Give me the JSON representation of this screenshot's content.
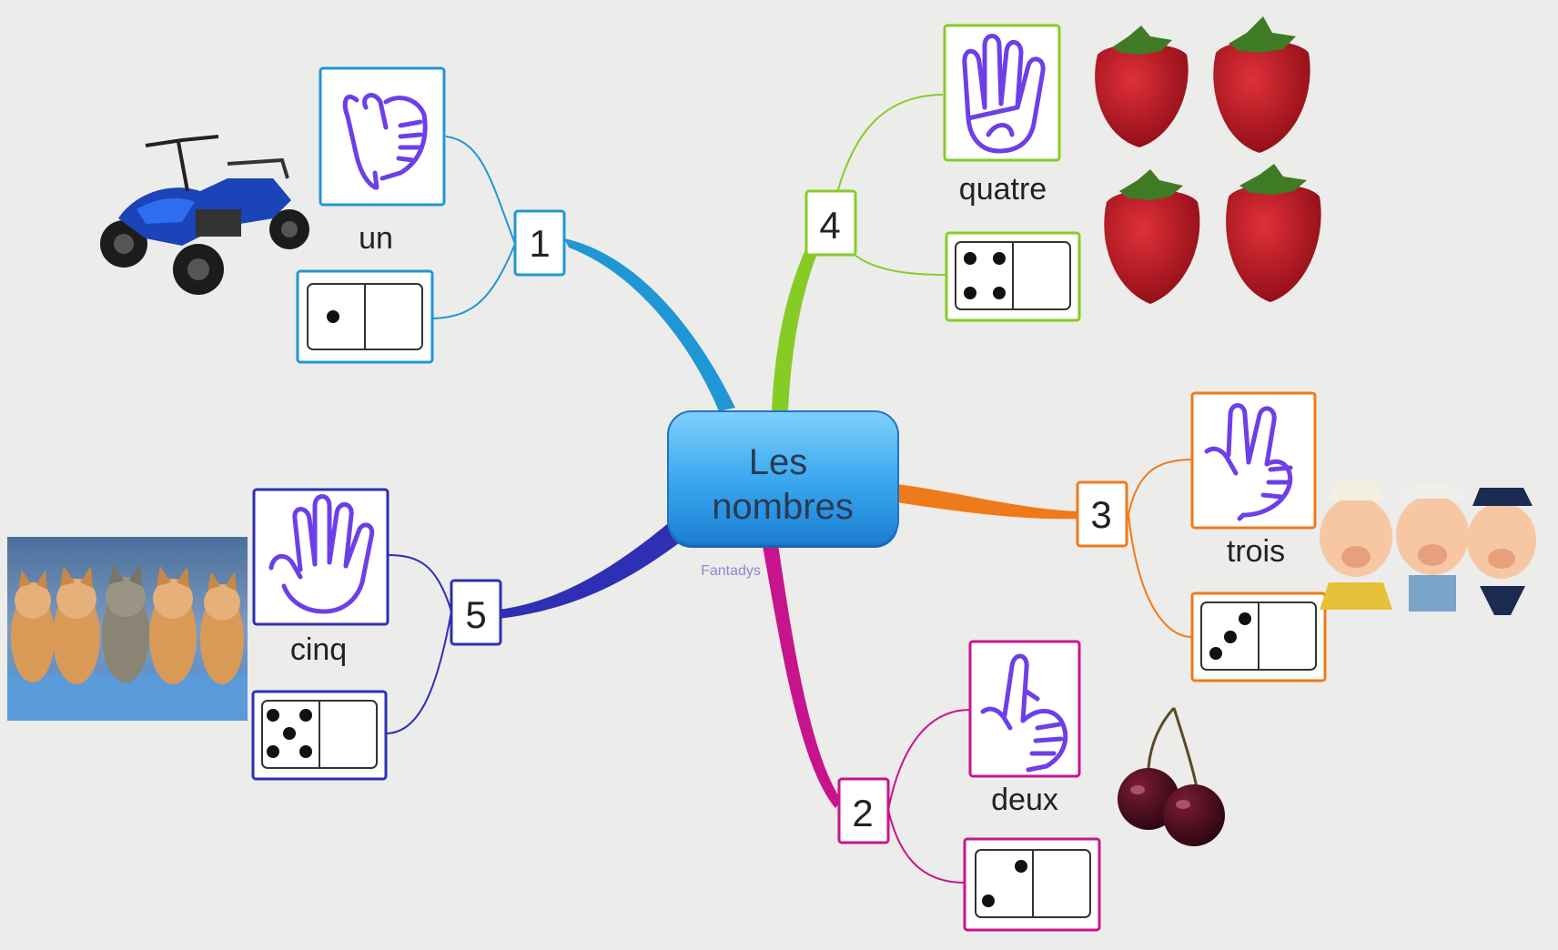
{
  "central": {
    "line1": "Les",
    "line2": "nombres",
    "color": "#2f9de6"
  },
  "watermark": "Fantadys",
  "branches": [
    {
      "key": "un",
      "number": "1",
      "word": "un",
      "color": "#1f97d4",
      "pips": 1,
      "picture": "quad-bike"
    },
    {
      "key": "deux",
      "number": "2",
      "word": "deux",
      "color": "#c8148c",
      "pips": 2,
      "picture": "cherries"
    },
    {
      "key": "trois",
      "number": "3",
      "word": "trois",
      "color": "#ef7a1a",
      "pips": 3,
      "picture": "three-pigs"
    },
    {
      "key": "quatre",
      "number": "4",
      "word": "quatre",
      "color": "#86cc24",
      "pips": 4,
      "picture": "strawberries"
    },
    {
      "key": "cinq",
      "number": "5",
      "word": "cinq",
      "color": "#2e2fb2",
      "pips": 5,
      "picture": "kittens"
    }
  ],
  "hand_color": "#6d3fe8"
}
